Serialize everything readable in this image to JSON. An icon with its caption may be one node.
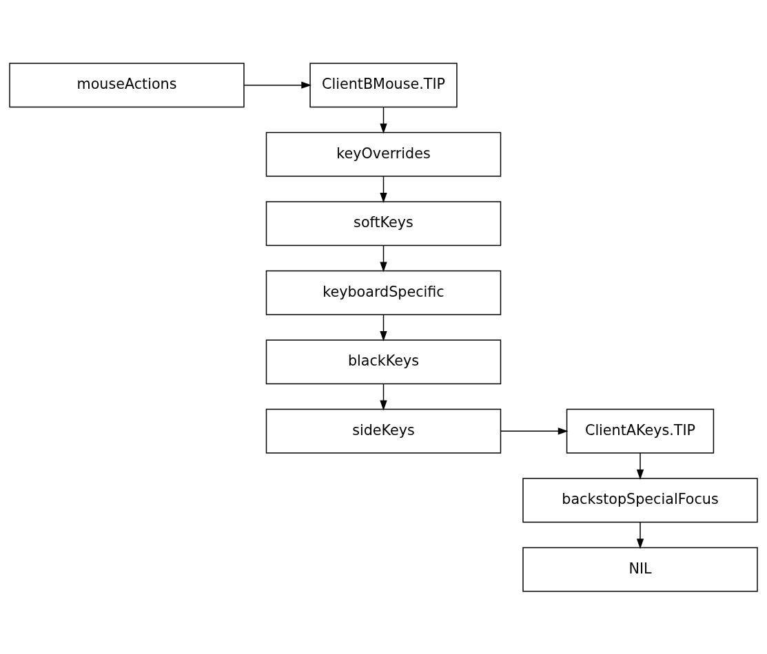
{
  "diagram": {
    "nodes": [
      {
        "text": [
          "mouseActions"
        ]
      },
      {
        "text": [
          "ClientBMouse.TIP"
        ]
      },
      {
        "text": [
          "keyOverrides"
        ]
      },
      {
        "text": [
          "softKeys"
        ]
      },
      {
        "text": [
          "keyboardSpecific"
        ]
      },
      {
        "text": [
          "blackKeys"
        ]
      },
      {
        "text": [
          "sideKeys"
        ]
      },
      {
        "text": [
          "ClientAKeys.TIP"
        ]
      },
      {
        "text": [
          "backstopSpecialFocus"
        ]
      },
      {
        "text": [
          "NIL"
        ]
      }
    ],
    "edges": [
      {
        "from": 0,
        "to": 1,
        "arrow": "to"
      },
      {
        "from": 1,
        "to": 2,
        "arrow": "to"
      },
      {
        "from": 2,
        "to": 3,
        "arrow": "to"
      },
      {
        "from": 3,
        "to": 4,
        "arrow": "to"
      },
      {
        "from": 4,
        "to": 5,
        "arrow": "to"
      },
      {
        "from": 5,
        "to": 6,
        "arrow": "to"
      },
      {
        "from": 6,
        "to": 7,
        "arrow": "to"
      },
      {
        "from": 7,
        "to": 8,
        "arrow": "to"
      },
      {
        "from": 8,
        "to": 9,
        "arrow": "to"
      }
    ]
  }
}
